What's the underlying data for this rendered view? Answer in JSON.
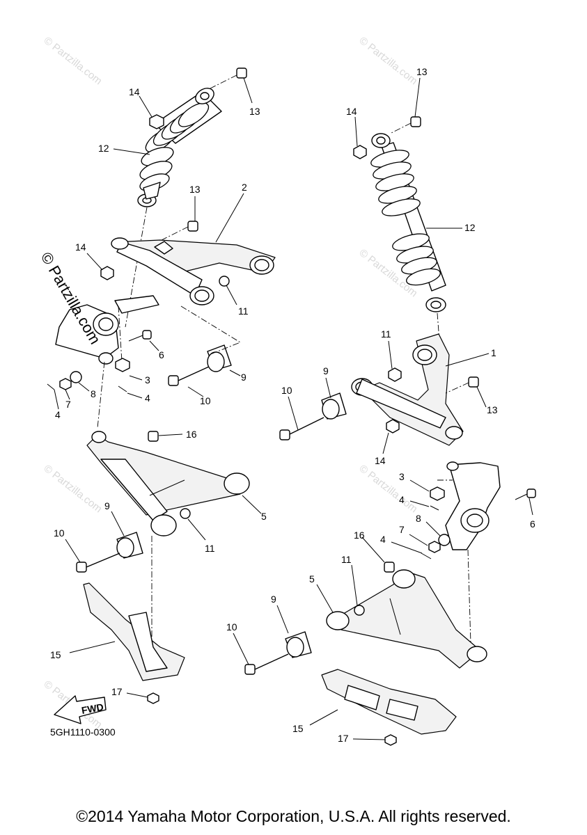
{
  "watermark": {
    "faint_text": "© Partzilla.com",
    "bold_text": "© Partzilla.com"
  },
  "fwd_label": "FWD",
  "catalog_code": "5GH1110-0300",
  "copyright": "©2014 Yamaha Motor Corporation, U.S.A. All rights reserved.",
  "callouts": {
    "left_shock_bolt": "13",
    "left_shock_nut": "14",
    "left_shock": "12",
    "left_upper_arm_bolt": "13",
    "right_upper_arm": "2",
    "left_upper_arm_nut": "14",
    "left_upper_collar": "11",
    "left_knuckle_bolt": "6",
    "left_castle_nut": "3",
    "left_bushing_upper": "9",
    "left_cotter_a": "4",
    "left_washer": "8",
    "left_nut": "7",
    "left_cotter_b": "4",
    "left_upper_long_bolt": "10",
    "left_lower_bolt": "16",
    "left_lower_arm": "5",
    "left_lower_bushing": "9",
    "left_lower_long_bolt": "10",
    "left_lower_collar": "11",
    "left_guard": "15",
    "left_guard_nut": "17",
    "right_shock_bolt": "13",
    "right_shock_nut": "14",
    "right_shock": "12",
    "right_upper_collar": "11",
    "right_upper_arm_1": "1",
    "right_bushing_upper": "9",
    "right_upper_long_bolt": "10",
    "right_upper_arm_bolt": "13",
    "right_upper_arm_nut": "14",
    "right_castle_nut": "3",
    "right_cotter_a": "4",
    "right_washer": "8",
    "right_knuckle_bolt": "6",
    "right_nut": "7",
    "right_lower_bolt": "16",
    "right_cotter_b": "4",
    "right_lower_collar": "11",
    "right_lower_arm": "5",
    "right_lower_bushing": "9",
    "right_lower_long_bolt": "10",
    "right_guard": "15",
    "right_guard_nut": "17"
  }
}
